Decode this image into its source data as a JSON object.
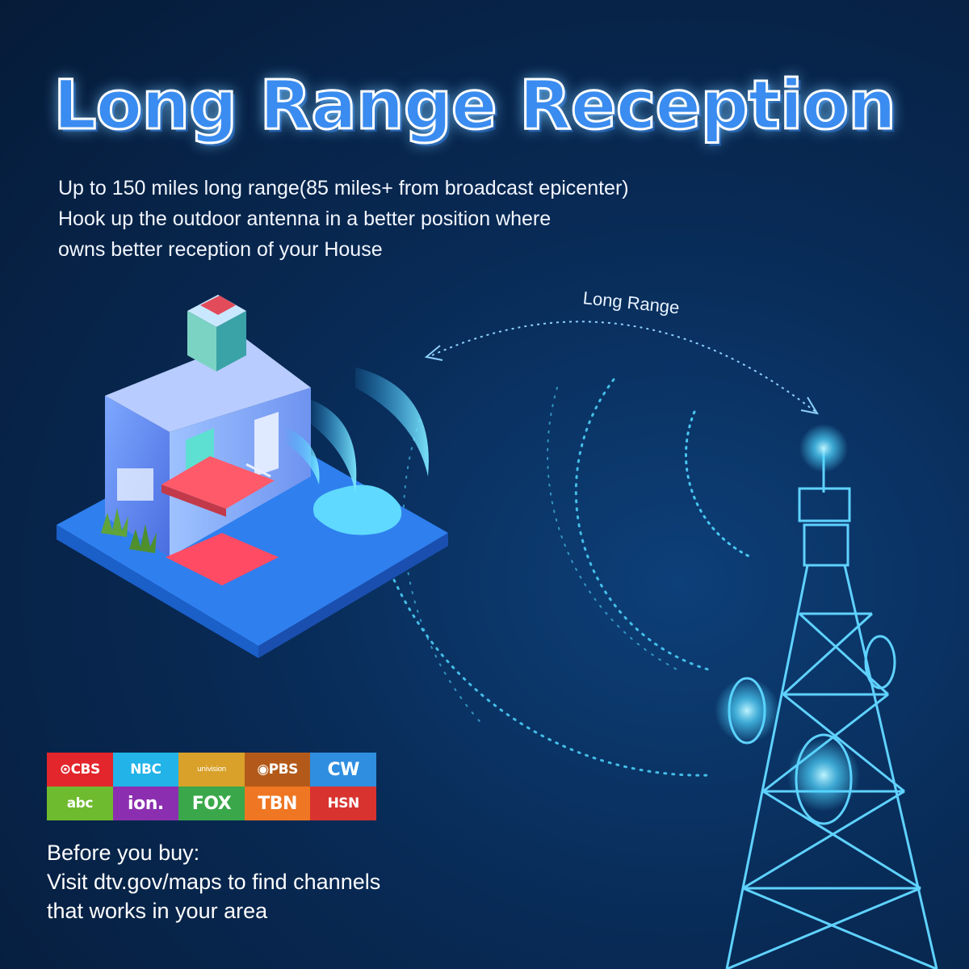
{
  "headline": "Long Range Reception",
  "description": [
    "Up to 150 miles long range(85 miles+ from broadcast epicenter)",
    "Hook up the outdoor antenna in a better position where",
    "owns better reception of your House"
  ],
  "arc_label": "Long Range",
  "channel_logos": [
    {
      "name": "CBS",
      "text": "⊙CBS",
      "color": "#e2262b"
    },
    {
      "name": "NBC",
      "text": "NBC",
      "color": "#22b3e8"
    },
    {
      "name": "Univision",
      "text": "univision",
      "color": "#d9a12a"
    },
    {
      "name": "PBS",
      "text": "◉PBS",
      "color": "#b35a1a"
    },
    {
      "name": "CW",
      "text": "CW",
      "color": "#2f8ee0"
    },
    {
      "name": "abc",
      "text": "abc",
      "color": "#6fbb2f"
    },
    {
      "name": "ion",
      "text": "ion.",
      "color": "#8b2fb0"
    },
    {
      "name": "FOX",
      "text": "FOX",
      "color": "#3aa84a"
    },
    {
      "name": "TBN",
      "text": "TBN",
      "color": "#ef7622"
    },
    {
      "name": "HSN",
      "text": "HSN",
      "color": "#d8332f"
    }
  ],
  "footer": [
    "Before you buy:",
    "Visit dtv.gov/maps to find channels",
    "that works in your area"
  ],
  "colors": {
    "background": "#082a55",
    "signal": "#4fd6ff",
    "headline": "#3a8cf0"
  }
}
